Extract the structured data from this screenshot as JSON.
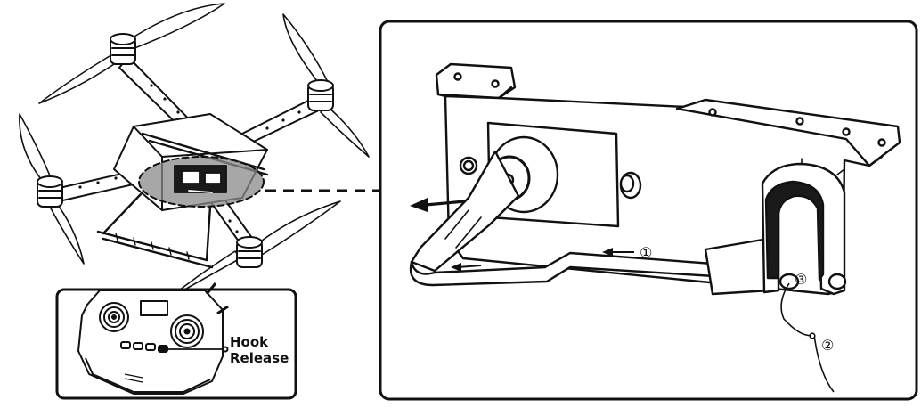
{
  "diagram": {
    "remote_label_line1": "Hook",
    "remote_label_line2": "Release",
    "step_labels": [
      "①",
      "②",
      "③"
    ]
  },
  "colors": {
    "line": "#111111",
    "highlight_fill": "#8a8a8a",
    "dark_fill": "#1a1a1a",
    "background": "#ffffff"
  }
}
